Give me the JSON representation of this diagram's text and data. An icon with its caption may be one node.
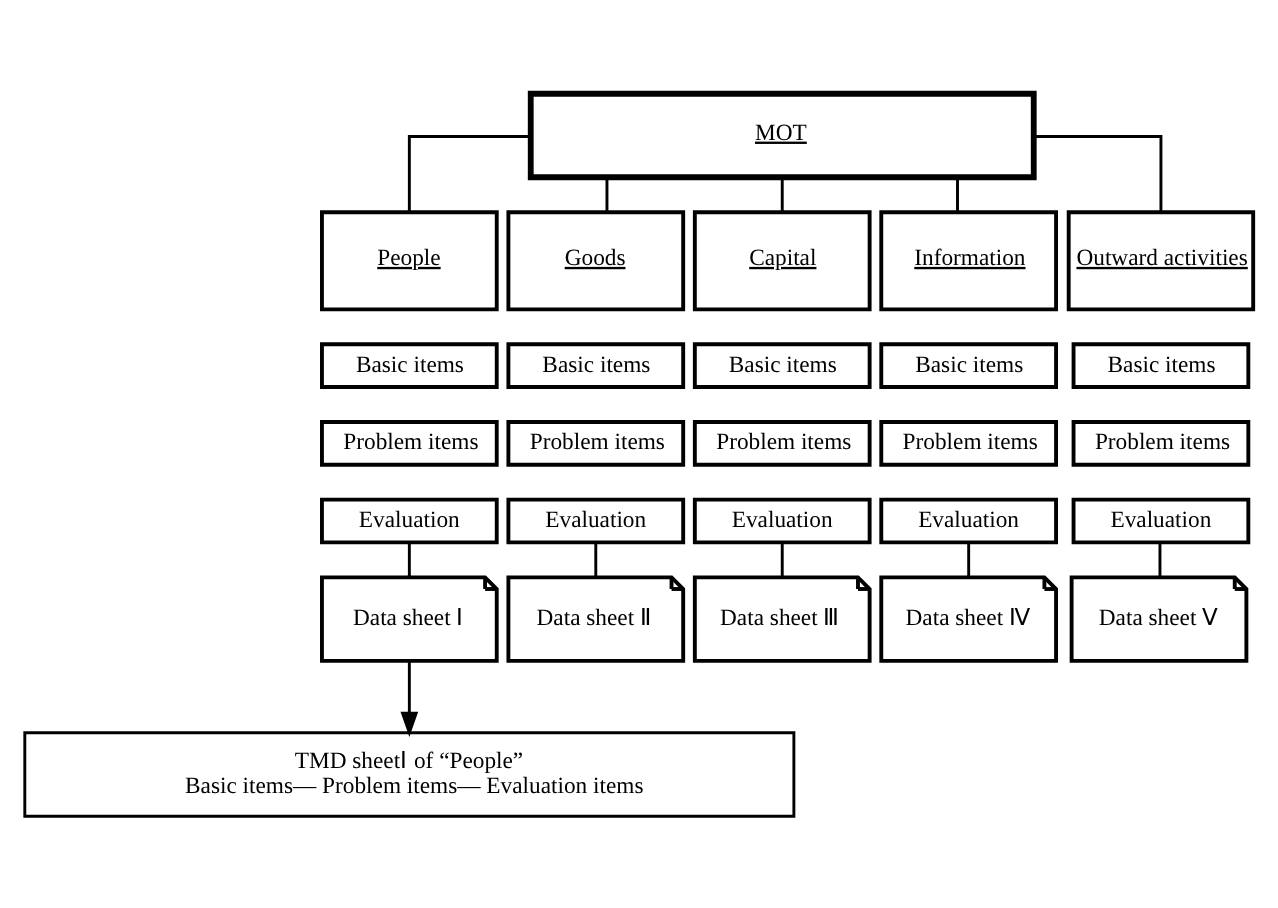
{
  "diagram": {
    "nodes": [
      {
        "text": [
          "MOT"
        ]
      },
      {
        "text": [
          "People"
        ]
      },
      {
        "text": [
          "Goods"
        ]
      },
      {
        "text": [
          "Capital"
        ]
      },
      {
        "text": [
          "Information"
        ]
      },
      {
        "text": [
          "Outward activities"
        ]
      },
      {
        "text": [
          "Basic items"
        ]
      },
      {
        "text": [
          "Basic items"
        ]
      },
      {
        "text": [
          "Basic items"
        ]
      },
      {
        "text": [
          "Basic items"
        ]
      },
      {
        "text": [
          "Basic items"
        ]
      },
      {
        "text": [
          "Problem items"
        ]
      },
      {
        "text": [
          "Problem items"
        ]
      },
      {
        "text": [
          "Problem items"
        ]
      },
      {
        "text": [
          "Problem items"
        ]
      },
      {
        "text": [
          "Problem items"
        ]
      },
      {
        "text": [
          "Evaluation"
        ]
      },
      {
        "text": [
          "Evaluation"
        ]
      },
      {
        "text": [
          "Evaluation"
        ]
      },
      {
        "text": [
          "Evaluation"
        ]
      },
      {
        "text": [
          "Evaluation"
        ]
      },
      {
        "text": [
          "Data sheet Ⅰ"
        ]
      },
      {
        "text": [
          "Data sheet Ⅱ"
        ]
      },
      {
        "text": [
          "Data sheet Ⅲ"
        ]
      },
      {
        "text": [
          "Data sheet Ⅳ"
        ]
      },
      {
        "text": [
          "Data sheet Ⅴ"
        ]
      },
      {
        "text": [
          "TMD sheetⅠ of “People”",
          "Basic items— Problem items— Evaluation items"
        ]
      }
    ],
    "edges": [
      {
        "from": 0,
        "to": 1,
        "arrow": "none"
      },
      {
        "from": 0,
        "to": 2,
        "arrow": "none"
      },
      {
        "from": 0,
        "to": 3,
        "arrow": "none"
      },
      {
        "from": 0,
        "to": 4,
        "arrow": "none"
      },
      {
        "from": 0,
        "to": 5,
        "arrow": "none"
      },
      {
        "from": 16,
        "to": 21,
        "arrow": "none"
      },
      {
        "from": 17,
        "to": 22,
        "arrow": "none"
      },
      {
        "from": 18,
        "to": 23,
        "arrow": "none"
      },
      {
        "from": 19,
        "to": 24,
        "arrow": "none"
      },
      {
        "from": 20,
        "to": 25,
        "arrow": "none"
      },
      {
        "from": 21,
        "to": 26,
        "arrow": "to"
      }
    ]
  }
}
